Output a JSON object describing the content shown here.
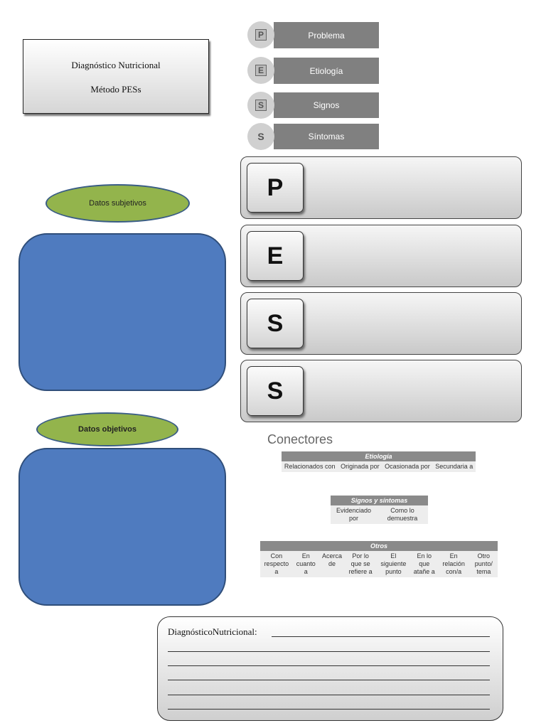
{
  "title_box": {
    "line1": "Diagnóstico Nutricional",
    "line2": "Método PESs"
  },
  "pes_legend": [
    {
      "letter": "P",
      "label": "Problema"
    },
    {
      "letter": "E",
      "label": "Etiología"
    },
    {
      "letter": "S",
      "label": "Signos"
    },
    {
      "letter": "S",
      "label": "Síntomas"
    }
  ],
  "ovals": {
    "subjective": "Datos subjetivos",
    "objective": "Datos objetivos"
  },
  "pes_boxes": [
    "P",
    "E",
    "S",
    "S"
  ],
  "connectors": {
    "title": "Conectores",
    "etiologia": {
      "header": "Etiología",
      "cells": [
        "Relacionados con",
        "Originada por",
        "Ocasionada por",
        "Secundaria a"
      ]
    },
    "signos": {
      "header": "Signos y síntomas",
      "cells": [
        "Evidenciado por",
        "Como lo demuestra"
      ]
    },
    "otros": {
      "header": "Otros",
      "cells": [
        "Con respecto a",
        "En cuanto a",
        "Acerca de",
        "Por lo que se refiere a",
        "El siguiente punto",
        "En lo que atañe a",
        "En relación con/a",
        "Otro punto/ tema"
      ]
    }
  },
  "diagnosis": {
    "label": "DiagnósticoNutricional:"
  },
  "colors": {
    "oval_green": "#93b44c",
    "box_blue": "#4f7bbf",
    "legend_gray": "#808080"
  }
}
